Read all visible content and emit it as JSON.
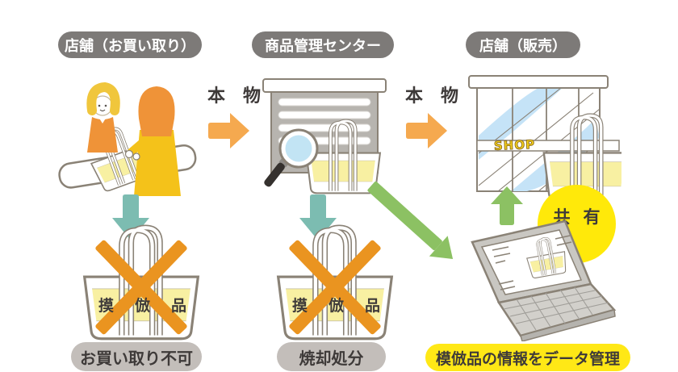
{
  "stages": [
    {
      "title": "店舗（お買い取り）"
    },
    {
      "title": "商品管理センター"
    },
    {
      "title": "店舗（販売）"
    }
  ],
  "flow_labels": {
    "genuine_1": "本物",
    "genuine_2": "本物"
  },
  "share_badge": "共有",
  "shop_sign": "SHOP",
  "counterfeit_bag_text": "摸倣品",
  "outcomes": {
    "no_purchase": "お買い取り不可",
    "incineration": "焼却処分",
    "data_management": "模倣品の情報をデータ管理"
  },
  "colors": {
    "stage_pill_bg": "#7d7a78",
    "stage_pill_text": "#ffffff",
    "outcome_pill_bg": "#c3beba",
    "text_dark": "#3e3a39",
    "highlight_yellow": "#ffe816",
    "genuine_arrow_orange": "#f5a94f",
    "reject_arrow_teal": "#7cbcb1",
    "data_arrow_green": "#8cc163",
    "cross_mark_orange": "#ea9420",
    "bag_yellow": "#f8f0a2",
    "window_blue": "#c5e3f7"
  }
}
